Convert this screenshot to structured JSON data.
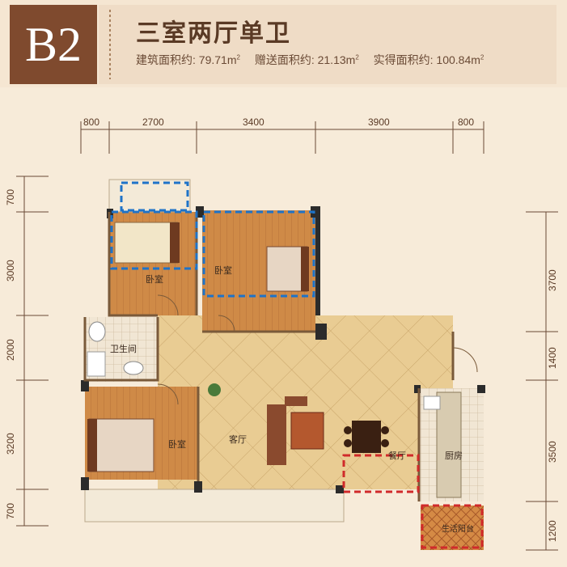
{
  "header": {
    "badge": "B2",
    "title": "三室两厅单卫",
    "built_area": "建筑面积约: 79.71m",
    "gift_area": "赠送面积约: 21.13m",
    "actual_area": "实得面积约: 100.84m",
    "area_sup": "2"
  },
  "dimensions": {
    "top": [
      "800",
      "2700",
      "3400",
      "3900",
      "800"
    ],
    "left": [
      "700",
      "3000",
      "2000",
      "3200",
      "700"
    ],
    "right": [
      "3700",
      "1400",
      "3500",
      "1200"
    ]
  },
  "rooms": {
    "bedroom_top_left": "卧室",
    "bedroom_top_mid": "卧室",
    "bathroom": "卫生间",
    "bedroom_bottom": "卧室",
    "living": "客厅",
    "dining": "餐厅",
    "kitchen": "厨房",
    "service_balcony": "生活阳台"
  },
  "colors": {
    "badge_bg": "#7f4a2e",
    "wall": "#2b2b2b",
    "floor_tile": "#e7c98e",
    "wood_floor": "#d08a45",
    "blue_dash": "#1e73c8",
    "red_dash": "#d02a2a"
  }
}
